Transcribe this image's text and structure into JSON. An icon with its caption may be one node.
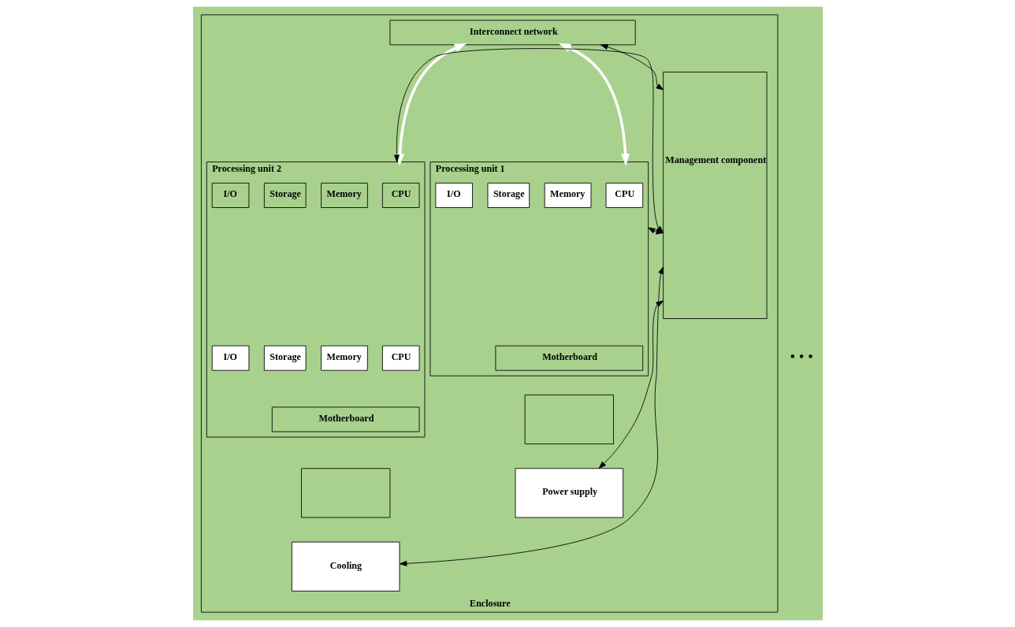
{
  "diagram": {
    "nodes": [
      {
        "text": [
          "Enclosure"
        ]
      },
      {
        "text": [
          "Interconnect network"
        ],
        "in": 0
      },
      {
        "text": [
          "Management component"
        ],
        "in": 0
      },
      {
        "text": [
          "Processing unit 1"
        ],
        "in": 0
      },
      {
        "text": [
          "CPU"
        ],
        "in": 3
      },
      {
        "text": [
          "Memory"
        ],
        "in": 3
      },
      {
        "text": [
          "Storage"
        ],
        "in": 3
      },
      {
        "text": [
          "I/O"
        ],
        "in": 3
      },
      {
        "text": [
          "Motherboard"
        ],
        "in": 3
      },
      {
        "text": [
          "Processing unit 2"
        ],
        "in": 0
      },
      {
        "text": [
          "CPU"
        ],
        "in": 9
      },
      {
        "text": [
          "Memory"
        ],
        "in": 9
      },
      {
        "text": [
          "Storage"
        ],
        "in": 9
      },
      {
        "text": [
          "I/O"
        ],
        "in": 9
      },
      {
        "text": [
          "CPU"
        ],
        "in": 9
      },
      {
        "text": [
          "Memory"
        ],
        "in": 9
      },
      {
        "text": [
          "Storage"
        ],
        "in": 9
      },
      {
        "text": [
          "I/O"
        ],
        "in": 9
      },
      {
        "text": [
          "Motherboard"
        ],
        "in": 9
      },
      {
        "text": [],
        "shape": "box",
        "in": 0
      },
      {
        "text": [
          "Power supply"
        ],
        "in": 0
      },
      {
        "text": [],
        "shape": "box",
        "in": 0
      },
      {
        "text": [
          "Cooling"
        ],
        "in": 0
      }
    ],
    "edges": [
      {
        "from": 1,
        "to": 2,
        "arrow": "both"
      },
      {
        "from": 1,
        "to": 3,
        "arrow": "both",
        "style": "thick",
        "color": "#ffffff"
      },
      {
        "from": 1,
        "to": 9,
        "arrow": "both",
        "style": "thick",
        "color": "#ffffff"
      },
      {
        "from": 3,
        "to": 2,
        "arrow": "both"
      },
      {
        "from": 9,
        "to": 2,
        "arrow": "both"
      },
      {
        "from": 22,
        "to": 2,
        "arrow": "both"
      },
      {
        "from": 20,
        "to": 2,
        "arrow": "both"
      }
    ],
    "labels": [
      "• • •"
    ]
  }
}
